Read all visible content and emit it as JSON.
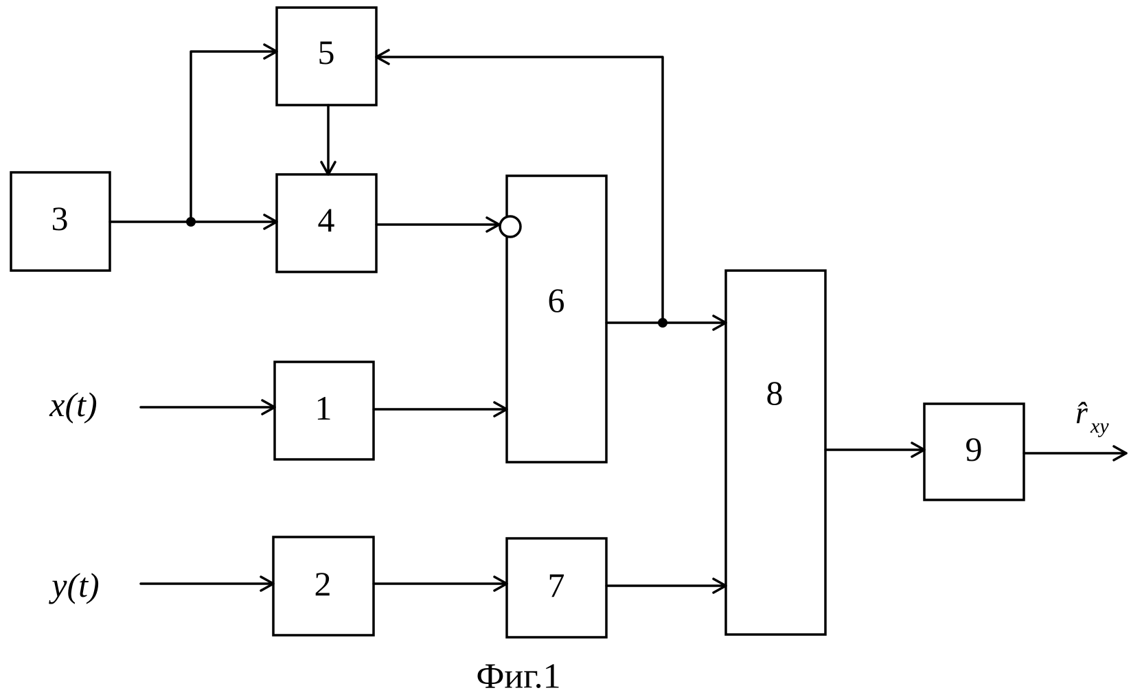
{
  "blocks": {
    "b1": "1",
    "b2": "2",
    "b3": "3",
    "b4": "4",
    "b5": "5",
    "b6": "6",
    "b7": "7",
    "b8": "8",
    "b9": "9"
  },
  "inputs": {
    "x": "x(t)",
    "y": "y(t)"
  },
  "output": {
    "main": "r̂",
    "sub": "xy"
  },
  "caption": "Фиг.1"
}
